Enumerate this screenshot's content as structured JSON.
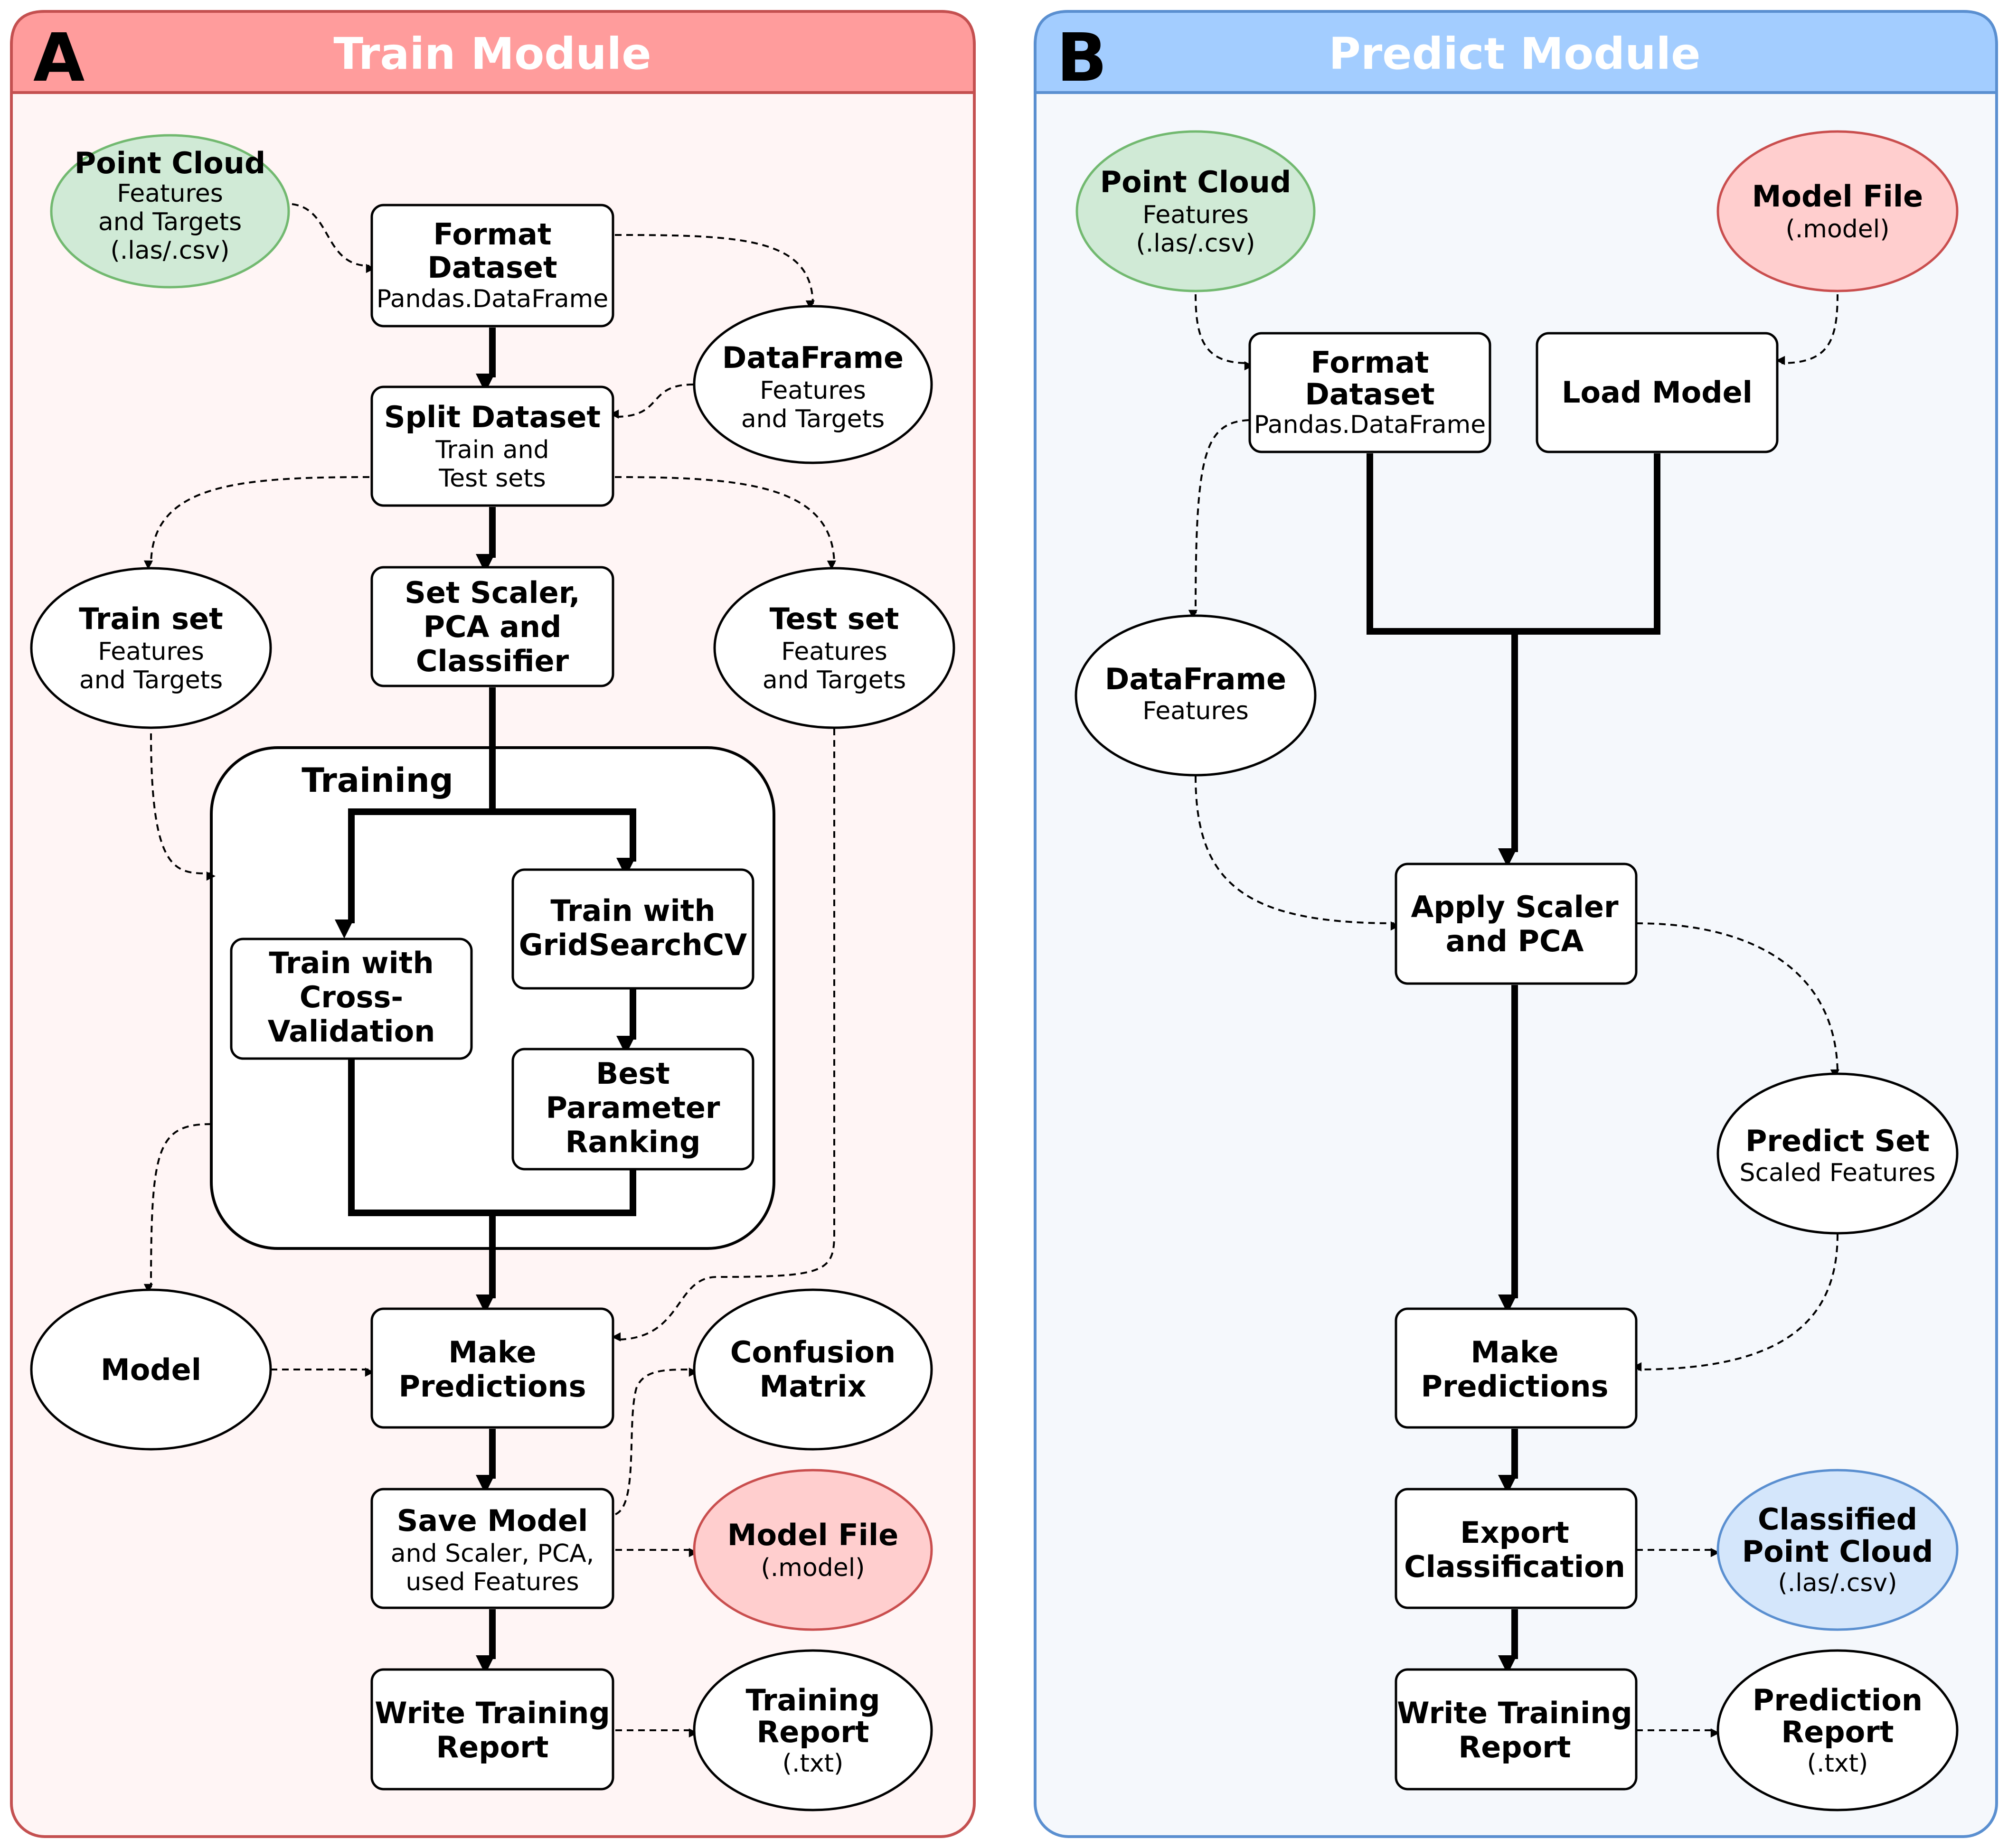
{
  "colors": {
    "train_header": "#ff9c9c",
    "train_border": "#c45050",
    "train_bg": "#fff5f5",
    "predict_header": "#a3cdff",
    "predict_border": "#5a8fd0",
    "predict_bg": "#f5f8fc",
    "green_fill": "#d0ead6",
    "green_stroke": "#72b970",
    "red_fill": "#ffcece",
    "red_stroke": "#c94e4e",
    "blue_fill": "#d4e6fb",
    "blue_stroke": "#5a8fd0"
  },
  "train": {
    "letter": "A",
    "title": "Train Module",
    "training_group_title": "Training",
    "point_cloud": {
      "title": "Point Cloud",
      "sub1": "Features",
      "sub2": "and Targets",
      "sub3": "(.las/.csv)"
    },
    "format_dataset": {
      "title1": "Format",
      "title2": "Dataset",
      "sub": "Pandas.DataFrame"
    },
    "dataframe": {
      "title": "DataFrame",
      "sub1": "Features",
      "sub2": "and Targets"
    },
    "split_dataset": {
      "title": "Split Dataset",
      "sub1": "Train and",
      "sub2": "Test sets"
    },
    "train_set": {
      "title": "Train set",
      "sub1": "Features",
      "sub2": "and Targets"
    },
    "set_scaler": {
      "line1": "Set Scaler,",
      "line2": "PCA and",
      "line3": "Classifier"
    },
    "test_set": {
      "title": "Test set",
      "sub1": "Features",
      "sub2": "and Targets"
    },
    "train_gridsearch": {
      "line1": "Train with",
      "line2": "GridSearchCV"
    },
    "train_cv": {
      "line1": "Train with",
      "line2": "Cross-",
      "line3": "Validation"
    },
    "best_param": {
      "line1": "Best",
      "line2": "Parameter",
      "line3": "Ranking"
    },
    "model": {
      "title": "Model"
    },
    "make_predictions": {
      "line1": "Make",
      "line2": "Predictions"
    },
    "confusion_matrix": {
      "line1": "Confusion",
      "line2": "Matrix"
    },
    "save_model": {
      "title": "Save Model",
      "sub1": "and Scaler, PCA,",
      "sub2": "used Features"
    },
    "model_file": {
      "title": "Model File",
      "sub": "(.model)"
    },
    "write_report": {
      "line1": "Write Training",
      "line2": "Report"
    },
    "training_report": {
      "line1": "Training",
      "line2": "Report",
      "sub": "(.txt)"
    }
  },
  "predict": {
    "letter": "B",
    "title": "Predict Module",
    "point_cloud": {
      "title": "Point Cloud",
      "sub1": "Features",
      "sub2": "(.las/.csv)"
    },
    "model_file": {
      "title": "Model File",
      "sub": "(.model)"
    },
    "format_dataset": {
      "title1": "Format",
      "title2": "Dataset",
      "sub": "Pandas.DataFrame"
    },
    "load_model": {
      "title": "Load Model"
    },
    "dataframe": {
      "title": "DataFrame",
      "sub": "Features"
    },
    "apply_scaler": {
      "line1": "Apply Scaler",
      "line2": "and PCA"
    },
    "predict_set": {
      "title": "Predict Set",
      "sub": "Scaled Features"
    },
    "make_predictions": {
      "line1": "Make",
      "line2": "Predictions"
    },
    "export": {
      "line1": "Export",
      "line2": "Classification"
    },
    "classified": {
      "line1": "Classified",
      "line2": "Point Cloud",
      "sub": "(.las/.csv)"
    },
    "write_report": {
      "line1": "Write Training",
      "line2": "Report"
    },
    "prediction_report": {
      "line1": "Prediction",
      "line2": "Report",
      "sub": "(.txt)"
    }
  }
}
